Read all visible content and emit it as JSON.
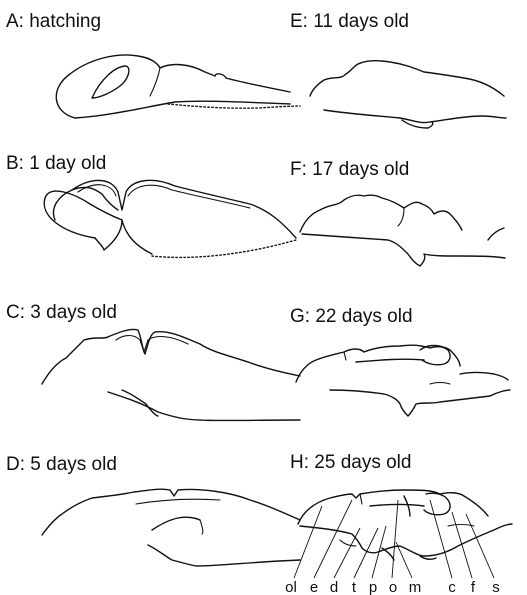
{
  "panels": [
    {
      "id": "A",
      "label": "A: hatching"
    },
    {
      "id": "B",
      "label": "B: 1 day old"
    },
    {
      "id": "C",
      "label": "C: 3 days old"
    },
    {
      "id": "D",
      "label": "D: 5 days old"
    },
    {
      "id": "E",
      "label": "E: 11 days old"
    },
    {
      "id": "F",
      "label": "F: 17 days old"
    },
    {
      "id": "G",
      "label": "G: 22 days old"
    },
    {
      "id": "H",
      "label": "H: 25 days old"
    }
  ],
  "part_labels": [
    "ol",
    "e",
    "d",
    "t",
    "p",
    "o",
    "m",
    "c",
    "f",
    "s"
  ]
}
